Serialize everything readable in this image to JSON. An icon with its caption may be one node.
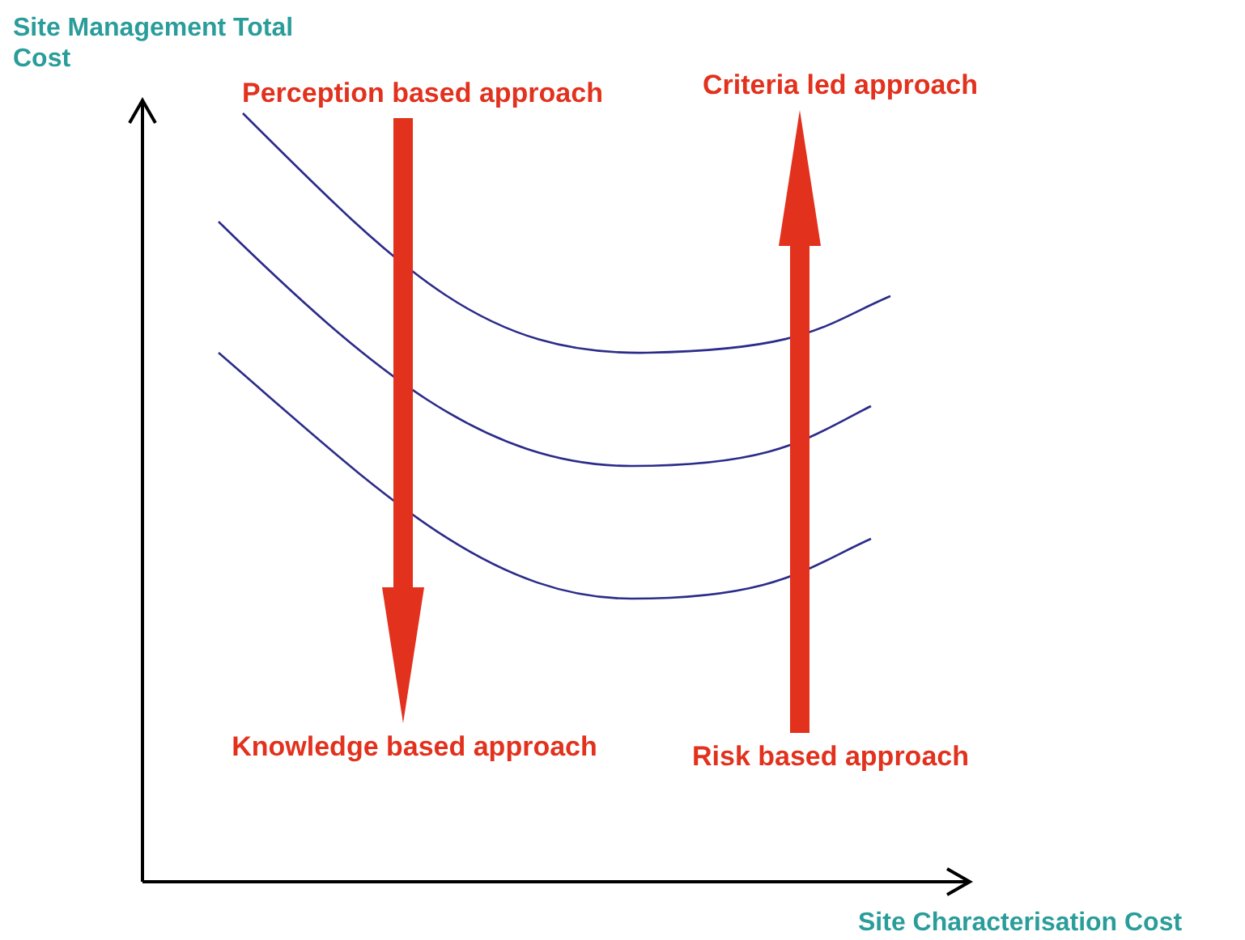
{
  "diagram": {
    "nodes": [
      {
        "text": [
          "Perception based approach"
        ]
      },
      {
        "text": [
          "Knowledge based approach"
        ]
      },
      {
        "text": [
          "Criteria led approach"
        ]
      },
      {
        "text": [
          "Risk based approach"
        ]
      }
    ],
    "edges": [
      {
        "from": 0,
        "to": 1,
        "arrow": "to"
      },
      {
        "from": 3,
        "to": 2,
        "arrow": "to"
      }
    ],
    "labels": [
      "Site Management Total Cost",
      "Site Characterisation Cost"
    ]
  }
}
